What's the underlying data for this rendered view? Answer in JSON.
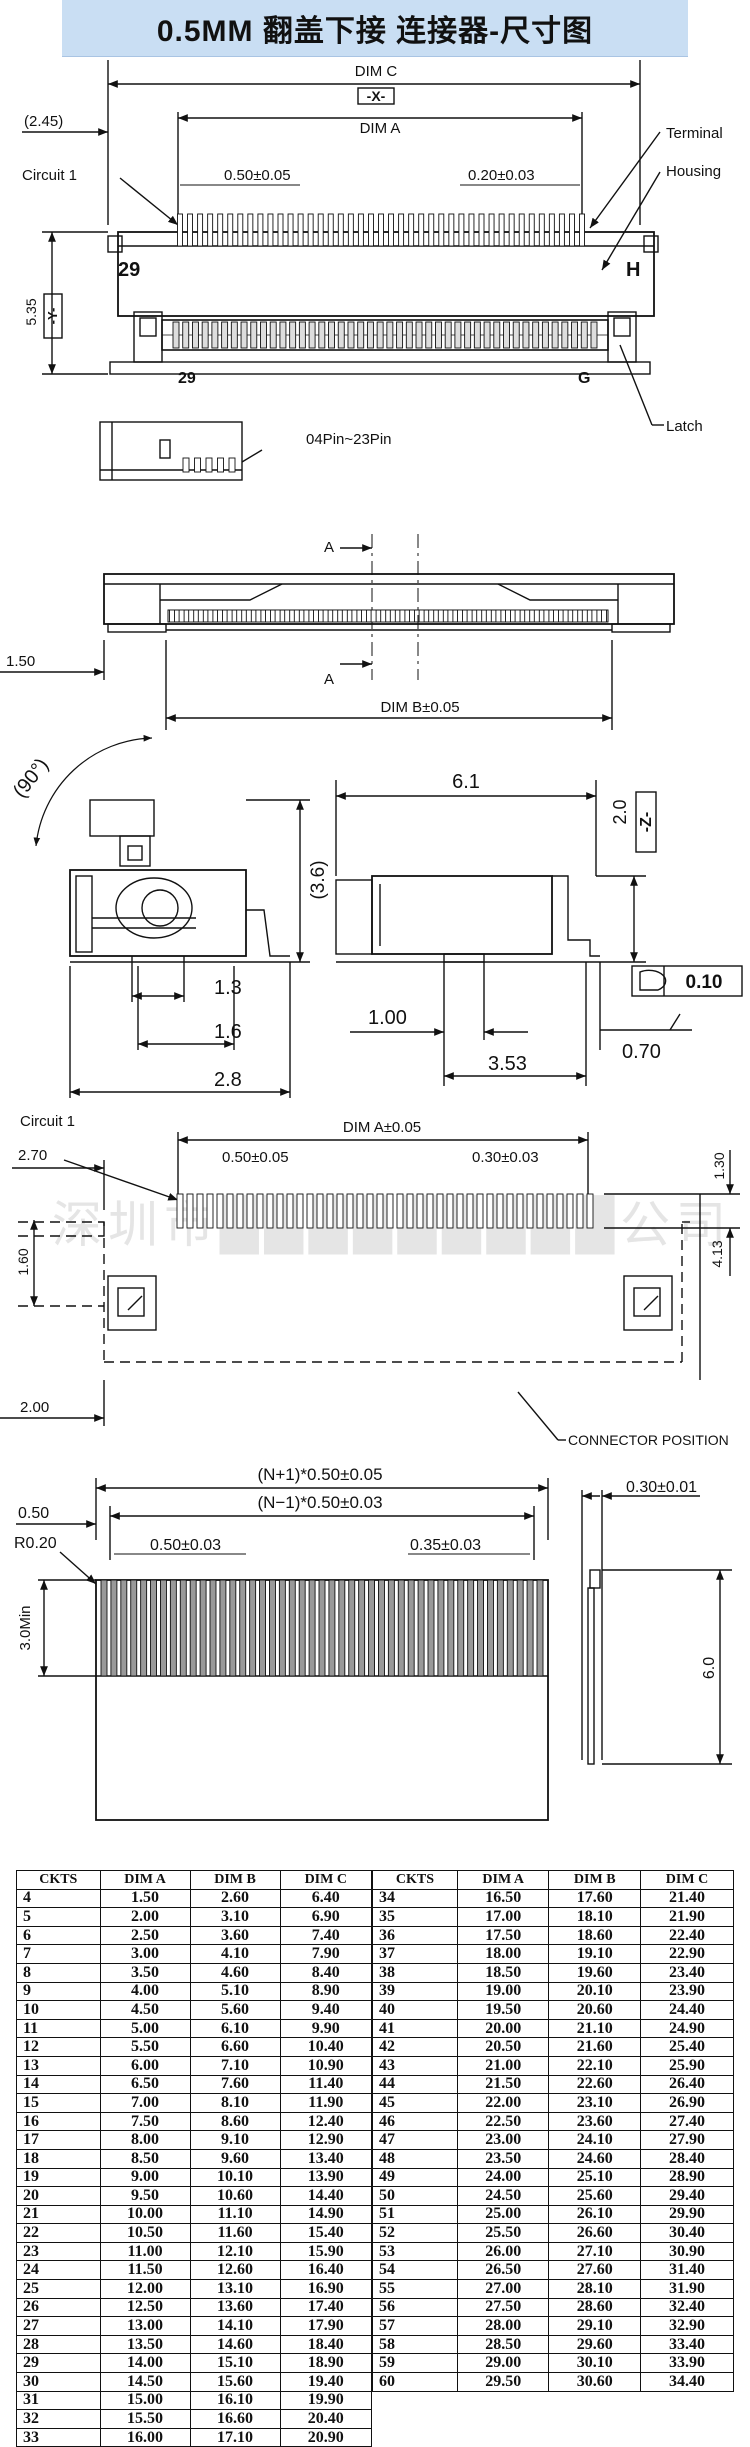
{
  "title": "0.5MM 翻盖下接 连接器-尺寸图",
  "watermark": "深圳市█████████公司",
  "top_view": {
    "dim_c": "DIM C",
    "x_datum": "-X-",
    "dim_a": "DIM A",
    "dim_2_45": "(2.45)",
    "pitch_left": "0.50±0.05",
    "pitch_right": "0.20±0.03",
    "circuit1": "Circuit 1",
    "terminal": "Terminal",
    "housing": "Housing",
    "num_29_top": "29",
    "letter_h": "H",
    "dim_5_35": "5.35",
    "y_datum": "-Y-",
    "num_29_bot": "29",
    "letter_g": "G",
    "latch": "Latch"
  },
  "front_view": {
    "pin_range": "04Pin~23Pin",
    "section_a1": "A",
    "section_a2": "A",
    "dim_1_50": "1.50",
    "dim_b": "DIM B±0.05"
  },
  "side_view": {
    "angle": "(90°)",
    "dim_3_6": "(3.6)",
    "dim_1_3": "1.3",
    "dim_1_6": "1.6",
    "dim_2_8": "2.8",
    "dim_6_1": "6.1",
    "dim_2_0": "2.0",
    "z_datum": "-Z-",
    "flatness": "0.10",
    "dim_1_00": "1.00",
    "dim_3_53": "3.53",
    "dim_0_70": "0.70"
  },
  "footprint": {
    "circuit1": "Circuit 1",
    "dim_a": "DIM A±0.05",
    "dim_2_70": "2.70",
    "pitch_left": "0.50±0.05",
    "pitch_right": "0.30±0.03",
    "dim_1_30": "1.30",
    "dim_1_60": "1.60",
    "dim_4_13": "4.13",
    "dim_2_00": "2.00",
    "connector_position": "CONNECTOR POSITION"
  },
  "fpc": {
    "n_plus_1": "(N+1)*0.50±0.05",
    "n_minus_1": "(N−1)*0.50±0.03",
    "dim_0_50": "0.50",
    "r0_20": "R0.20",
    "pitch_left": "0.50±0.03",
    "pitch_right": "0.35±0.03",
    "dim_3_0min": "3.0Min",
    "dim_0_30": "0.30±0.01",
    "dim_6_0": "6.0"
  },
  "table": {
    "headers": [
      "CKTS",
      "DIM A",
      "DIM B",
      "DIM C"
    ],
    "left": [
      [
        "4",
        "1.50",
        "2.60",
        "6.40"
      ],
      [
        "5",
        "2.00",
        "3.10",
        "6.90"
      ],
      [
        "6",
        "2.50",
        "3.60",
        "7.40"
      ],
      [
        "7",
        "3.00",
        "4.10",
        "7.90"
      ],
      [
        "8",
        "3.50",
        "4.60",
        "8.40"
      ],
      [
        "9",
        "4.00",
        "5.10",
        "8.90"
      ],
      [
        "10",
        "4.50",
        "5.60",
        "9.40"
      ],
      [
        "11",
        "5.00",
        "6.10",
        "9.90"
      ],
      [
        "12",
        "5.50",
        "6.60",
        "10.40"
      ],
      [
        "13",
        "6.00",
        "7.10",
        "10.90"
      ],
      [
        "14",
        "6.50",
        "7.60",
        "11.40"
      ],
      [
        "15",
        "7.00",
        "8.10",
        "11.90"
      ],
      [
        "16",
        "7.50",
        "8.60",
        "12.40"
      ],
      [
        "17",
        "8.00",
        "9.10",
        "12.90"
      ],
      [
        "18",
        "8.50",
        "9.60",
        "13.40"
      ],
      [
        "19",
        "9.00",
        "10.10",
        "13.90"
      ],
      [
        "20",
        "9.50",
        "10.60",
        "14.40"
      ],
      [
        "21",
        "10.00",
        "11.10",
        "14.90"
      ],
      [
        "22",
        "10.50",
        "11.60",
        "15.40"
      ],
      [
        "23",
        "11.00",
        "12.10",
        "15.90"
      ],
      [
        "24",
        "11.50",
        "12.60",
        "16.40"
      ],
      [
        "25",
        "12.00",
        "13.10",
        "16.90"
      ],
      [
        "26",
        "12.50",
        "13.60",
        "17.40"
      ],
      [
        "27",
        "13.00",
        "14.10",
        "17.90"
      ],
      [
        "28",
        "13.50",
        "14.60",
        "18.40"
      ],
      [
        "29",
        "14.00",
        "15.10",
        "18.90"
      ],
      [
        "30",
        "14.50",
        "15.60",
        "19.40"
      ],
      [
        "31",
        "15.00",
        "16.10",
        "19.90"
      ],
      [
        "32",
        "15.50",
        "16.60",
        "20.40"
      ],
      [
        "33",
        "16.00",
        "17.10",
        "20.90"
      ]
    ],
    "right": [
      [
        "34",
        "16.50",
        "17.60",
        "21.40"
      ],
      [
        "35",
        "17.00",
        "18.10",
        "21.90"
      ],
      [
        "36",
        "17.50",
        "18.60",
        "22.40"
      ],
      [
        "37",
        "18.00",
        "19.10",
        "22.90"
      ],
      [
        "38",
        "18.50",
        "19.60",
        "23.40"
      ],
      [
        "39",
        "19.00",
        "20.10",
        "23.90"
      ],
      [
        "40",
        "19.50",
        "20.60",
        "24.40"
      ],
      [
        "41",
        "20.00",
        "21.10",
        "24.90"
      ],
      [
        "42",
        "20.50",
        "21.60",
        "25.40"
      ],
      [
        "43",
        "21.00",
        "22.10",
        "25.90"
      ],
      [
        "44",
        "21.50",
        "22.60",
        "26.40"
      ],
      [
        "45",
        "22.00",
        "23.10",
        "26.90"
      ],
      [
        "46",
        "22.50",
        "23.60",
        "27.40"
      ],
      [
        "47",
        "23.00",
        "24.10",
        "27.90"
      ],
      [
        "48",
        "23.50",
        "24.60",
        "28.40"
      ],
      [
        "49",
        "24.00",
        "25.10",
        "28.90"
      ],
      [
        "50",
        "24.50",
        "25.60",
        "29.40"
      ],
      [
        "51",
        "25.00",
        "26.10",
        "29.90"
      ],
      [
        "52",
        "25.50",
        "26.60",
        "30.40"
      ],
      [
        "53",
        "26.00",
        "27.10",
        "30.90"
      ],
      [
        "54",
        "26.50",
        "27.60",
        "31.40"
      ],
      [
        "55",
        "27.00",
        "28.10",
        "31.90"
      ],
      [
        "56",
        "27.50",
        "28.60",
        "32.40"
      ],
      [
        "57",
        "28.00",
        "29.10",
        "32.90"
      ],
      [
        "58",
        "28.50",
        "29.60",
        "33.40"
      ],
      [
        "59",
        "29.00",
        "30.10",
        "33.90"
      ],
      [
        "60",
        "29.50",
        "30.60",
        "34.40"
      ]
    ]
  }
}
